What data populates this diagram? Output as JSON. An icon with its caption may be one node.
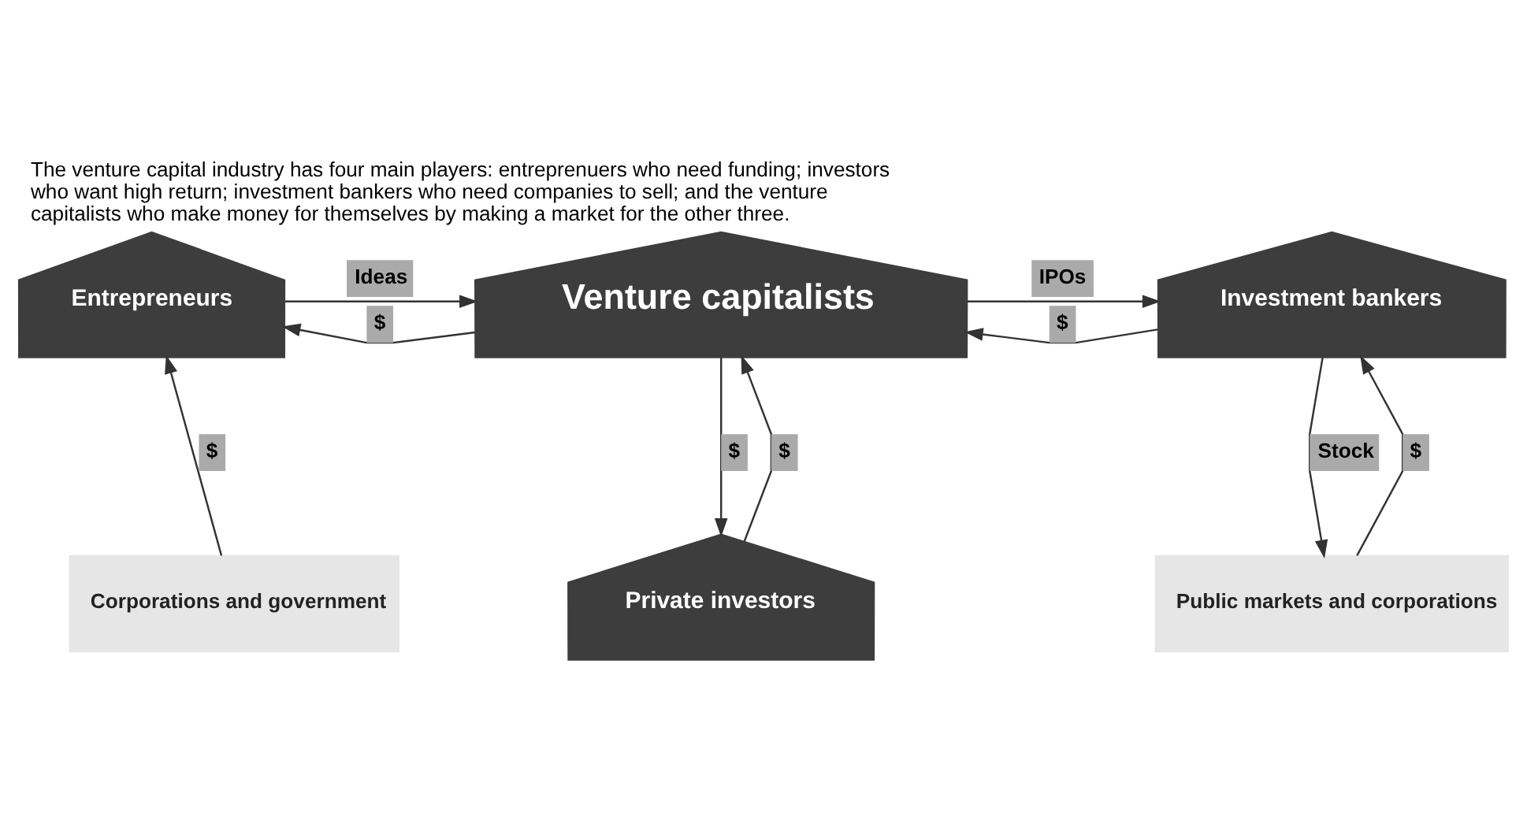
{
  "diagram": {
    "caption": "The venture capital industry has four main players: entreprenuers who need funding; investors who want high return; investment bankers who need companies to sell; and the venture capitalists who make money for themselves by making a market for the other three.",
    "nodes": [
      {
        "text": [
          "Entrepreneurs"
        ]
      },
      {
        "text": [
          "Venture capitalists"
        ]
      },
      {
        "text": [
          "Investment bankers"
        ]
      },
      {
        "text": [
          "Corporations and government"
        ]
      },
      {
        "text": [
          "Private investors"
        ]
      },
      {
        "text": [
          "Public markets and corporations"
        ]
      }
    ],
    "edges": [
      {
        "from": 1,
        "to": 0,
        "arrow": "to",
        "label": "$"
      },
      {
        "from": 0,
        "to": 1,
        "arrow": "to",
        "label": "Ideas"
      },
      {
        "from": 2,
        "to": 1,
        "arrow": "to",
        "label": "$"
      },
      {
        "from": 1,
        "to": 2,
        "arrow": "to",
        "label": "IPOs"
      },
      {
        "from": 3,
        "to": 0,
        "arrow": "to",
        "label": "$"
      },
      {
        "from": 4,
        "to": 1,
        "arrow": "to",
        "label": "$"
      },
      {
        "from": 1,
        "to": 4,
        "arrow": "to",
        "label": "$"
      },
      {
        "from": 5,
        "to": 2,
        "arrow": "to",
        "label": "$"
      },
      {
        "from": 2,
        "to": 5,
        "arrow": "to",
        "label": "Stock"
      }
    ]
  }
}
